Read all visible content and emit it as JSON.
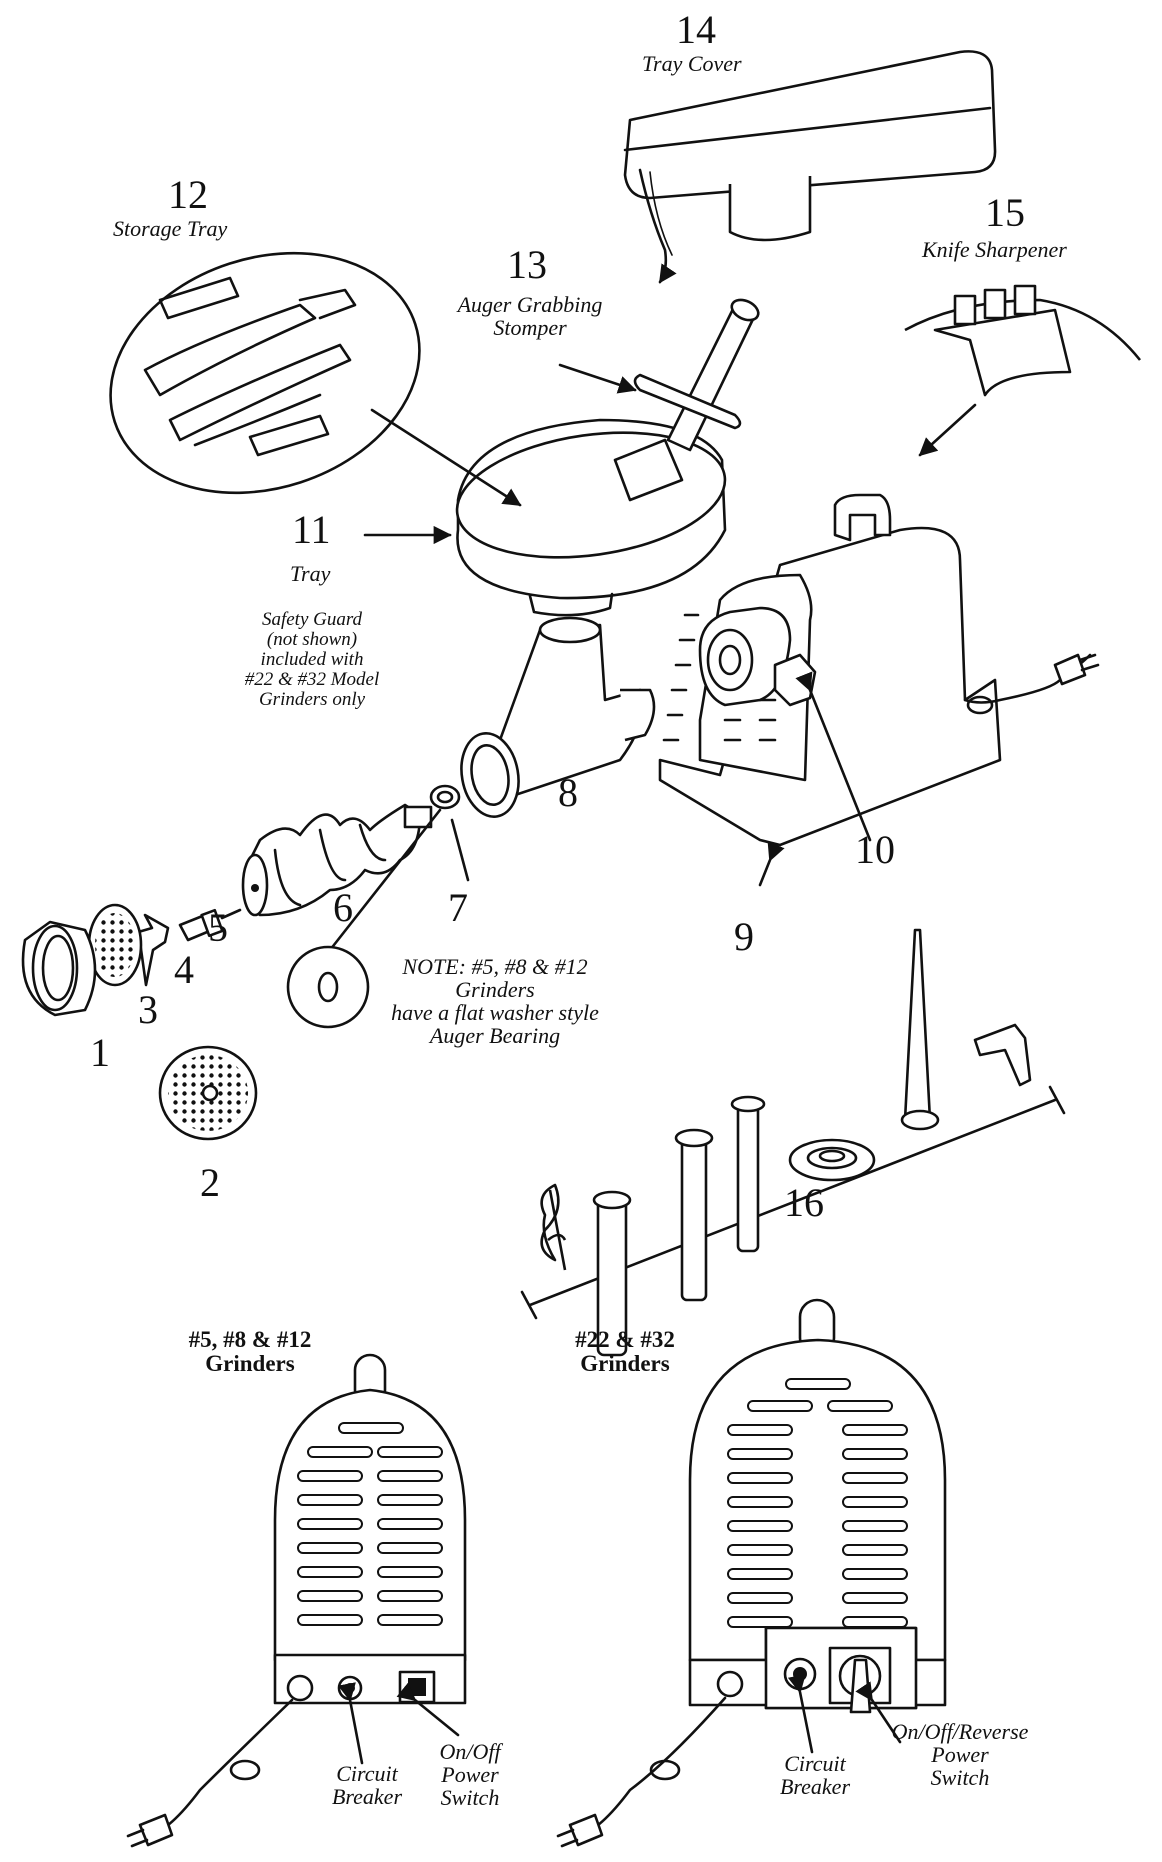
{
  "parts": [
    {
      "num": "1"
    },
    {
      "num": "2"
    },
    {
      "num": "3"
    },
    {
      "num": "4"
    },
    {
      "num": "5"
    },
    {
      "num": "6"
    },
    {
      "num": "7"
    },
    {
      "num": "8"
    },
    {
      "num": "9"
    },
    {
      "num": "10"
    },
    {
      "num": "11",
      "label": "Tray"
    },
    {
      "num": "12",
      "label": "Storage Tray"
    },
    {
      "num": "13",
      "label": "Auger Grabbing Stomper"
    },
    {
      "num": "14",
      "label": "Tray Cover"
    },
    {
      "num": "15",
      "label": "Knife Sharpener"
    },
    {
      "num": "16"
    }
  ],
  "notes": {
    "safety_guard": [
      "Safety Guard",
      "(not shown)",
      "included with",
      "#22 & #32 Model",
      "Grinders only"
    ],
    "bearing": [
      "NOTE: #5, #8 & #12",
      "Grinders",
      "have a flat washer style",
      "Auger Bearing"
    ]
  },
  "rear_views": {
    "small": {
      "title": [
        "#5, #8 & #12",
        "Grinders"
      ],
      "breaker": [
        "Circuit",
        "Breaker"
      ],
      "switch": [
        "On/Off",
        "Power",
        "Switch"
      ]
    },
    "large": {
      "title": [
        "#22 & #32",
        "Grinders"
      ],
      "breaker": [
        "Circuit",
        "Breaker"
      ],
      "switch": [
        "On/Off/Reverse",
        "Power",
        "Switch"
      ]
    }
  }
}
